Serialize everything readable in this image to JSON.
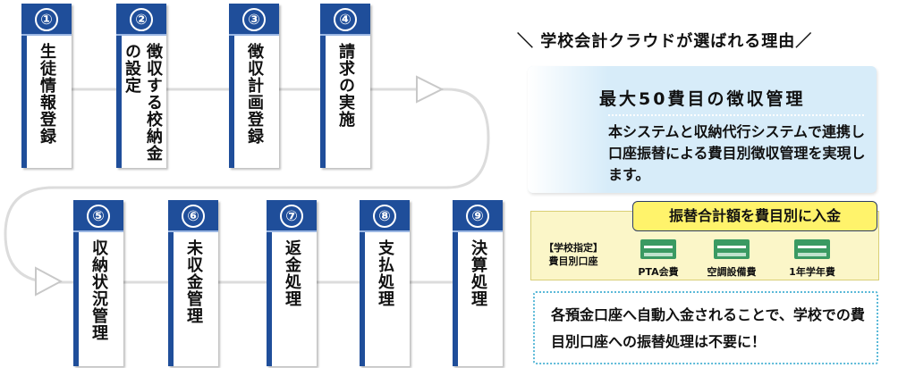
{
  "steps": [
    {
      "num": "①",
      "label": "生徒情報登録"
    },
    {
      "num": "②",
      "label": "徴収する校納金の設定"
    },
    {
      "num": "③",
      "label": "徴収計画登録"
    },
    {
      "num": "④",
      "label": "請求の実施"
    },
    {
      "num": "⑤",
      "label": "収納状況管理"
    },
    {
      "num": "⑥",
      "label": "未収金管理"
    },
    {
      "num": "⑦",
      "label": "返金処理"
    },
    {
      "num": "⑧",
      "label": "支払処理"
    },
    {
      "num": "⑨",
      "label": "決算処理"
    }
  ],
  "panel": {
    "heading": "＼ 学校会計クラウドが選ばれる理由／",
    "reason_title": "最大50費目の徴収管理",
    "reason_body": "本システムと収納代行システムで連携し口座振替による費目別徴収管理を実現します。",
    "transfer_tag": "振替合計額を費目別に入金",
    "school_account_line1": "【学校指定】",
    "school_account_line2": "費目別口座",
    "accounts": [
      "PTA会費",
      "空調設備費",
      "1年学年費"
    ],
    "note": "各預金口座へ自動入金されることで、学校での費目別口座への振替処理は不要に！"
  },
  "colors": {
    "step_blue": "#1f4e9a",
    "flow_line": "#d9d9d9",
    "reason_bg": "#d7ecf9",
    "tag_yellow": "#fff36b",
    "account_bg": "#fbf6c8",
    "passbook_green": "#3a9a62",
    "note_border": "#5bb9d8"
  },
  "icons": [
    "arrow-right-icon",
    "arrow-right-icon",
    "passbook-icon"
  ]
}
